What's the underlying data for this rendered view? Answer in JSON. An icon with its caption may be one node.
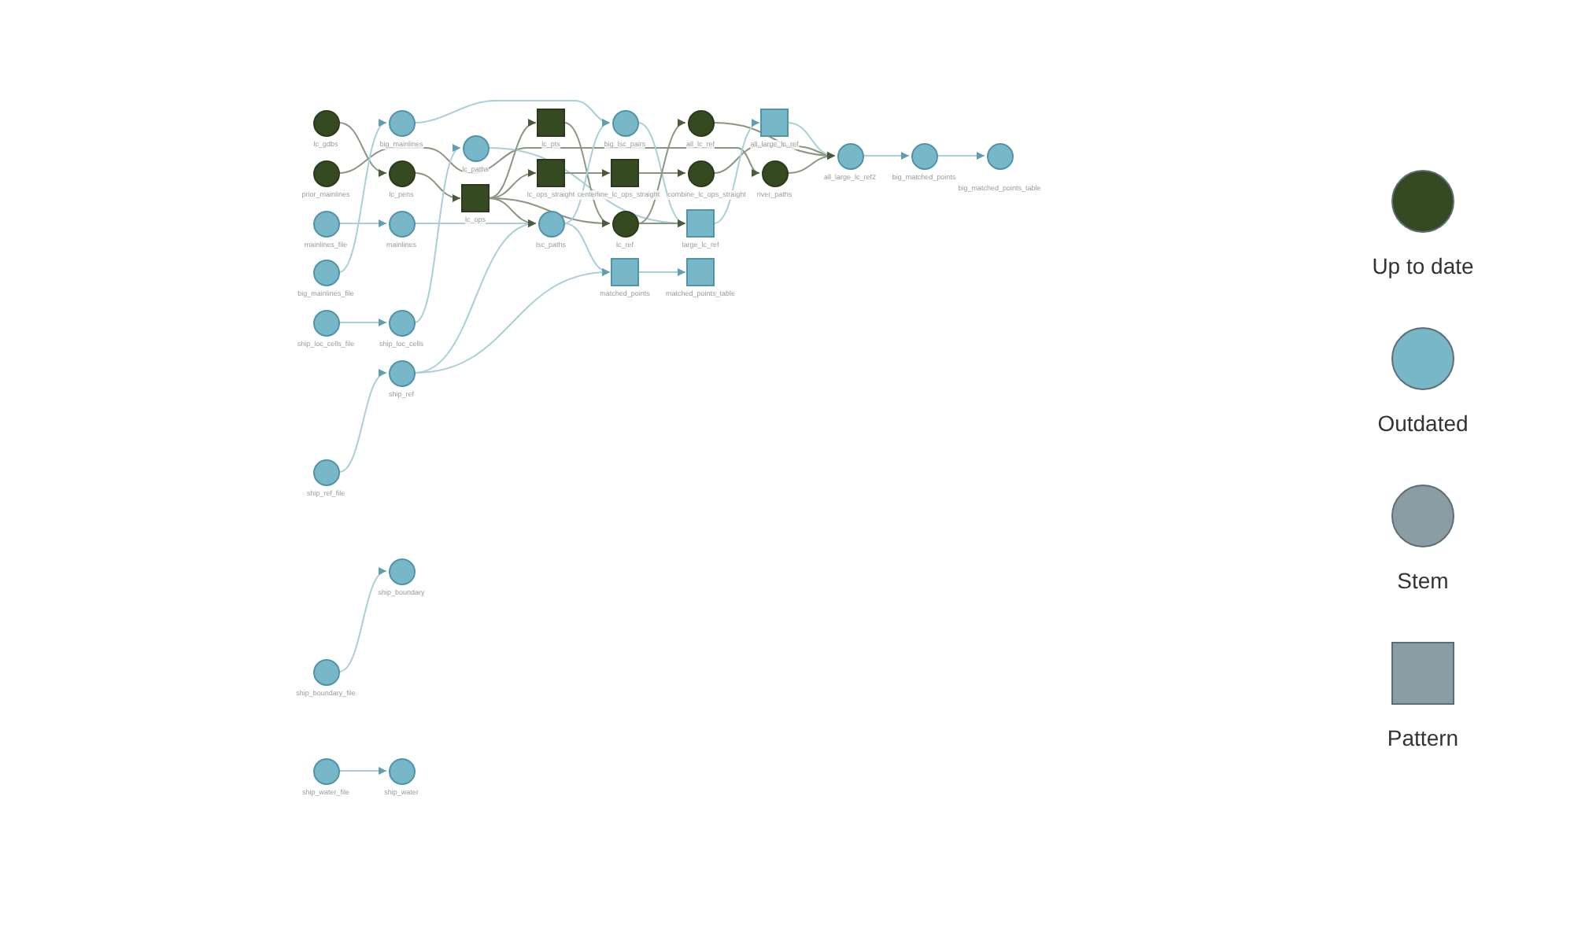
{
  "diagram": {
    "nodes": [
      {
        "text": [],
        "shape": "circle",
        "beside": [
          "lc_gdbs"
        ]
      },
      {
        "text": [],
        "shape": "circle",
        "beside": [
          "prior_mainlines"
        ]
      },
      {
        "text": [],
        "shape": "circle",
        "beside": [
          "mainlines_file"
        ]
      },
      {
        "text": [],
        "shape": "circle",
        "beside": [
          "big_mainlines_file"
        ]
      },
      {
        "text": [],
        "shape": "circle",
        "beside": [
          "ship_loc_cells_file"
        ]
      },
      {
        "text": [],
        "shape": "circle",
        "beside": [
          "ship_ref_file"
        ]
      },
      {
        "text": [],
        "shape": "circle",
        "beside": [
          "ship_boundary_file"
        ]
      },
      {
        "text": [],
        "shape": "circle",
        "beside": [
          "ship_water_file"
        ]
      },
      {
        "text": [],
        "shape": "circle",
        "beside": [
          "big_mainlines"
        ]
      },
      {
        "text": [],
        "shape": "circle",
        "beside": [
          "lc_pens"
        ]
      },
      {
        "text": [],
        "shape": "circle",
        "beside": [
          "mainlines"
        ]
      },
      {
        "text": [],
        "shape": "circle",
        "beside": [
          "ship_loc_cells"
        ]
      },
      {
        "text": [],
        "shape": "circle",
        "beside": [
          "ship_ref"
        ]
      },
      {
        "text": [],
        "shape": "circle",
        "beside": [
          "ship_boundary"
        ]
      },
      {
        "text": [],
        "shape": "circle",
        "beside": [
          "ship_water"
        ]
      },
      {
        "text": [],
        "shape": "circle",
        "beside": [
          "lc_paths"
        ]
      },
      {
        "text": [],
        "shape": "box",
        "beside": [
          "lc_ops"
        ]
      },
      {
        "text": [],
        "shape": "box",
        "beside": [
          "lc_pts"
        ]
      },
      {
        "text": [],
        "shape": "box",
        "beside": [
          "lc_ops_straight"
        ]
      },
      {
        "text": [],
        "shape": "circle",
        "beside": [
          "lsc_paths"
        ]
      },
      {
        "text": [],
        "shape": "circle",
        "beside": [
          "big_lsc_pairs"
        ]
      },
      {
        "text": [],
        "shape": "box",
        "beside": [
          "centerline_lc_ops_straight"
        ]
      },
      {
        "text": [],
        "shape": "circle",
        "beside": [
          "lc_ref"
        ]
      },
      {
        "text": [],
        "shape": "box",
        "beside": [
          "matched_points"
        ]
      },
      {
        "text": [],
        "shape": "circle",
        "beside": [
          "all_lc_ref"
        ]
      },
      {
        "text": [],
        "shape": "circle",
        "beside": [
          "combine_lc_ops_straight"
        ]
      },
      {
        "text": [],
        "shape": "box",
        "beside": [
          "large_lc_ref"
        ]
      },
      {
        "text": [],
        "shape": "box",
        "beside": [
          "matched_points_table"
        ]
      },
      {
        "text": [],
        "shape": "box",
        "beside": [
          "all_large_lc_ref"
        ]
      },
      {
        "text": [],
        "shape": "circle",
        "beside": [
          "river_paths"
        ]
      },
      {
        "text": [],
        "shape": "circle",
        "beside": [
          "all_large_lc_ref2"
        ]
      },
      {
        "text": [],
        "shape": "circle",
        "beside": [
          "big_matched_points"
        ]
      },
      {
        "text": [],
        "shape": "circle",
        "beside": [
          "big_matched_points_table"
        ]
      }
    ],
    "edges": [
      {
        "from": 0,
        "to": 9,
        "arrow": "to"
      },
      {
        "from": 1,
        "to": 29,
        "arrow": "to"
      },
      {
        "from": 2,
        "to": 10,
        "arrow": "to"
      },
      {
        "from": 3,
        "to": 8,
        "arrow": "to"
      },
      {
        "from": 4,
        "to": 11,
        "arrow": "to"
      },
      {
        "from": 5,
        "to": 12,
        "arrow": "to"
      },
      {
        "from": 6,
        "to": 13,
        "arrow": "to"
      },
      {
        "from": 7,
        "to": 14,
        "arrow": "to"
      },
      {
        "from": 8,
        "to": 20,
        "arrow": "to"
      },
      {
        "from": 9,
        "to": 16,
        "arrow": "to"
      },
      {
        "from": 10,
        "to": 19,
        "arrow": "to"
      },
      {
        "from": 11,
        "to": 15,
        "arrow": "to"
      },
      {
        "from": 12,
        "to": 19,
        "arrow": "to"
      },
      {
        "from": 12,
        "to": 23,
        "arrow": "to"
      },
      {
        "from": 15,
        "to": 26,
        "arrow": "to"
      },
      {
        "from": 16,
        "to": 17,
        "arrow": "to"
      },
      {
        "from": 16,
        "to": 18,
        "arrow": "to"
      },
      {
        "from": 16,
        "to": 19,
        "arrow": "to"
      },
      {
        "from": 16,
        "to": 22,
        "arrow": "to"
      },
      {
        "from": 17,
        "to": 22,
        "arrow": "to"
      },
      {
        "from": 18,
        "to": 21,
        "arrow": "to"
      },
      {
        "from": 19,
        "to": 20,
        "arrow": "to"
      },
      {
        "from": 19,
        "to": 23,
        "arrow": "to"
      },
      {
        "from": 20,
        "to": 26,
        "arrow": "to"
      },
      {
        "from": 21,
        "to": 25,
        "arrow": "to"
      },
      {
        "from": 22,
        "to": 24,
        "arrow": "to"
      },
      {
        "from": 22,
        "to": 26,
        "arrow": "to"
      },
      {
        "from": 23,
        "to": 27,
        "arrow": "to"
      },
      {
        "from": 24,
        "to": 30,
        "arrow": "to"
      },
      {
        "from": 25,
        "to": 30,
        "arrow": "to"
      },
      {
        "from": 26,
        "to": 28,
        "arrow": "to"
      },
      {
        "from": 28,
        "to": 30,
        "arrow": "to"
      },
      {
        "from": 29,
        "to": 30,
        "arrow": "to"
      },
      {
        "from": 30,
        "to": 31,
        "arrow": "to"
      },
      {
        "from": 31,
        "to": 32,
        "arrow": "to"
      }
    ],
    "legend": [
      {
        "text": "Up to date",
        "color": "#354a21"
      },
      {
        "text": "Outdated",
        "color": "#78b7c7"
      },
      {
        "text": "Stem",
        "color": "#899da4"
      },
      {
        "text": "Pattern",
        "color": "#899da4"
      }
    ]
  }
}
